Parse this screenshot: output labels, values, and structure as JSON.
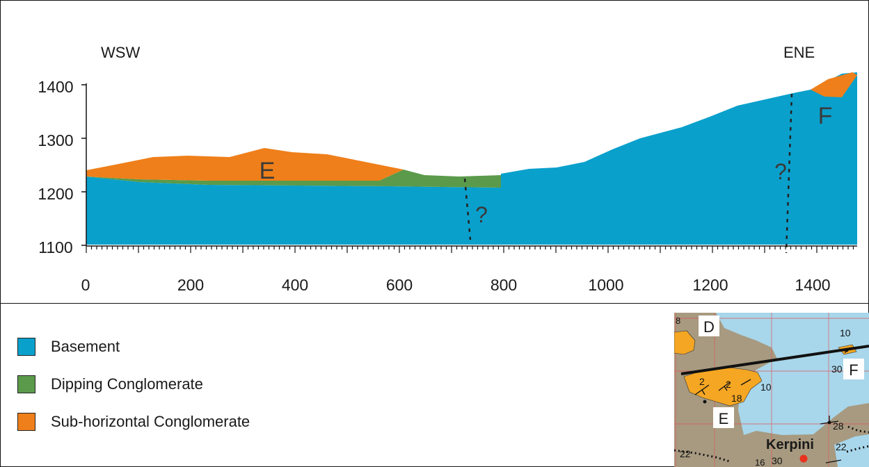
{
  "cross_section": {
    "direction_left": "WSW",
    "direction_right": "ENE",
    "y_ticks": [
      "1400",
      "1300",
      "1200",
      "1100"
    ],
    "x_ticks": [
      "0",
      "200",
      "400",
      "600",
      "800",
      "1000",
      "1200",
      "1400"
    ],
    "unit_labels": {
      "E": "E",
      "F": "F"
    },
    "question_marks": [
      "?",
      "?"
    ]
  },
  "legend": {
    "items": [
      {
        "label": "Basement",
        "color": "#0aa0cc"
      },
      {
        "label": "Dipping Conglomerate",
        "color": "#5a9a4a"
      },
      {
        "label": "Sub-horizontal Conglomerate",
        "color": "#ef7f1a"
      }
    ]
  },
  "map": {
    "labels": [
      "D",
      "E",
      "F"
    ],
    "town": "Kerpini",
    "dip_values": [
      "8",
      "2",
      "2",
      "18",
      "10",
      "10",
      "30",
      "28",
      "22",
      "22",
      "30",
      "16"
    ]
  },
  "colors": {
    "basement": "#0aa0cc",
    "dipping": "#5a9a4a",
    "subhorizontal": "#ef7f1a",
    "map_land": "#a79a80",
    "map_water": "#a8d6ea",
    "map_conglomerate": "#f5a623",
    "map_town": "#e8321e"
  }
}
